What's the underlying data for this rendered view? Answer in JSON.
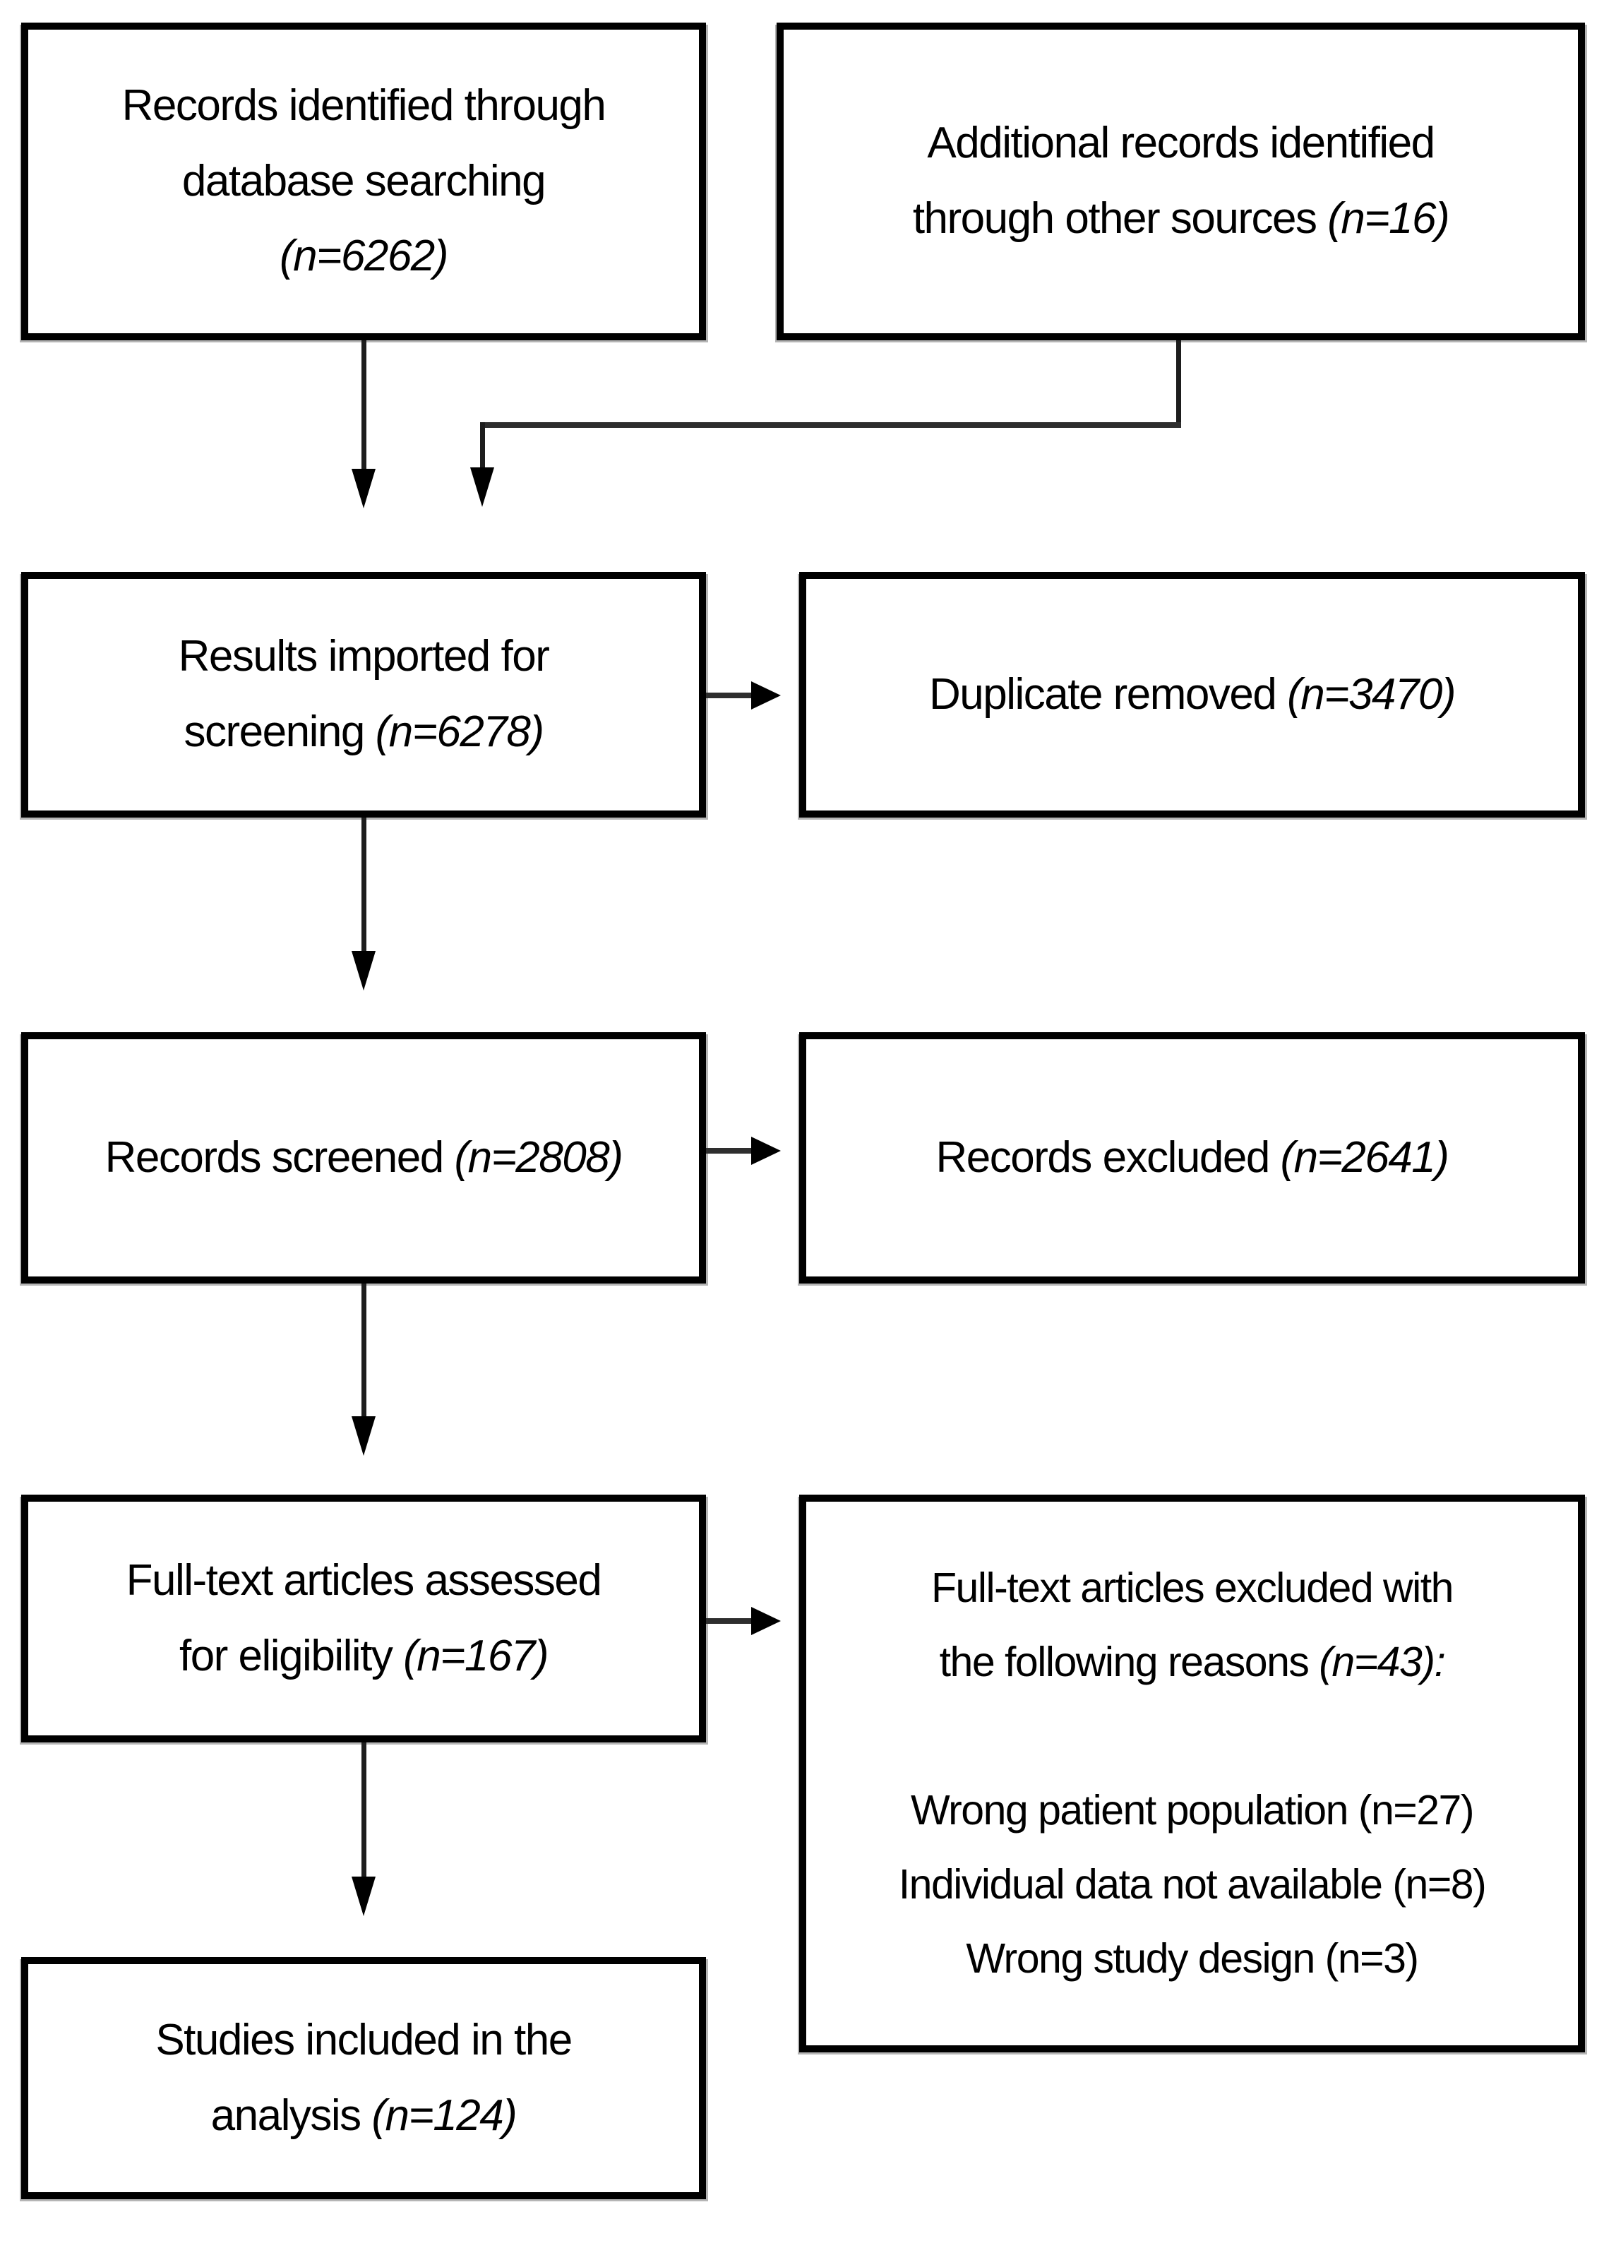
{
  "figure": {
    "type": "prisma-flow-diagram",
    "background_color": "#ffffff",
    "box_border_color": "#000000",
    "text_color": "#000000",
    "arrow_color": "#000000"
  },
  "boxes": {
    "records_identified": {
      "lines": [
        [
          {
            "text": "Records identified through"
          }
        ],
        [
          {
            "text": "database searching"
          }
        ],
        [
          {
            "text": "(n=6262)",
            "italic": true
          }
        ]
      ]
    },
    "additional_records": {
      "lines": [
        [
          {
            "text": "Additional records identified"
          }
        ],
        [
          {
            "text": "through other sources "
          },
          {
            "text": "(n=16)",
            "italic": true
          }
        ]
      ]
    },
    "results_imported": {
      "lines": [
        [
          {
            "text": "Results imported for"
          }
        ],
        [
          {
            "text": "screening "
          },
          {
            "text": "(n=6278)",
            "italic": true
          }
        ]
      ]
    },
    "duplicate_removed": {
      "lines": [
        [
          {
            "text": "Duplicate removed "
          },
          {
            "text": "(n=3470)",
            "italic": true
          }
        ]
      ]
    },
    "records_screened": {
      "lines": [
        [
          {
            "text": "Records screened "
          },
          {
            "text": "(n=2808)",
            "italic": true
          }
        ]
      ]
    },
    "records_excluded": {
      "lines": [
        [
          {
            "text": "Records excluded "
          },
          {
            "text": "(n=2641)",
            "italic": true
          }
        ]
      ]
    },
    "fulltext_assessed": {
      "lines": [
        [
          {
            "text": "Full-text articles assessed"
          }
        ],
        [
          {
            "text": "for eligibility "
          },
          {
            "text": "(n=167)",
            "italic": true
          }
        ]
      ]
    },
    "fulltext_excluded": {
      "lines": [
        [
          {
            "text": "Full-text articles excluded with"
          }
        ],
        [
          {
            "text": "the following reasons "
          },
          {
            "text": "(n=43):",
            "italic": true
          }
        ],
        [
          {
            "text": ""
          }
        ],
        [
          {
            "text": "Wrong patient population (n=27)"
          }
        ],
        [
          {
            "text": "Individual data not available (n=8)"
          }
        ],
        [
          {
            "text": "Wrong study design (n=3)"
          }
        ]
      ]
    },
    "studies_included": {
      "lines": [
        [
          {
            "text": "Studies included in the"
          }
        ],
        [
          {
            "text": "analysis "
          },
          {
            "text": "(n=124)",
            "italic": true
          }
        ]
      ]
    }
  }
}
